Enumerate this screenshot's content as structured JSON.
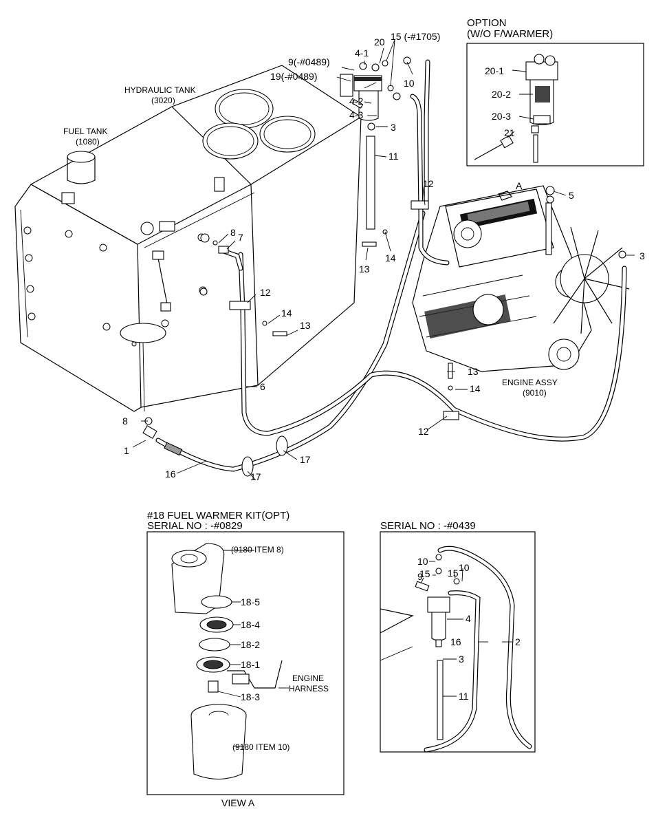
{
  "main": {
    "option_box": {
      "title_1": "OPTION",
      "title_2": "(W/O F/WARMER)",
      "labels": [
        "20-1",
        "20-2",
        "20-3",
        "21"
      ]
    },
    "assemblies": {
      "hydraulic_tank": "HYDRAULIC TANK",
      "hydraulic_tank_ref": "(3020)",
      "fuel_tank": "FUEL TANK",
      "fuel_tank_ref": "(1080)",
      "engine": "ENGINE ASSY",
      "engine_ref": "(9010)",
      "view_arrow": "A"
    },
    "callouts": {
      "c1": "1",
      "c3a": "3",
      "c3b": "3",
      "c4_1": "4-1",
      "c4_2": "4-2",
      "c4_3": "4-3",
      "c5": "5",
      "c6": "6",
      "c7": "7",
      "c8a": "8",
      "c8b": "8",
      "c9": "9(-#0489)",
      "c10": "10",
      "c11": "11",
      "c12a": "12",
      "c12b": "12",
      "c12c": "12",
      "c13a": "13",
      "c13b": "13",
      "c13c": "13",
      "c14a": "14",
      "c14b": "14",
      "c14c": "14",
      "c15": "15 (-#1705)",
      "c16": "16",
      "c17a": "17",
      "c17b": "17",
      "c19": "19(-#0489)",
      "c20": "20"
    },
    "warmer_kit": {
      "title_1": "#18 FUEL WARMER KIT(OPT)",
      "title_2": "SERIAL NO : -#0829",
      "ref_top": "(9180 ITEM 8)",
      "ref_bottom": "(9180 ITEM 10)",
      "labels": [
        "18-5",
        "18-4",
        "18-2",
        "18-1",
        "18-3"
      ],
      "harness_1": "ENGINE",
      "harness_2": "HARNESS",
      "view_caption": "VIEW A"
    },
    "serial_box": {
      "title": "SERIAL NO : -#0439",
      "labels": {
        "a": "10",
        "b": "15",
        "c": "9",
        "d": "15",
        "e": "10",
        "f": "4",
        "g": "16",
        "h": "2",
        "i": "3",
        "j": "11"
      }
    }
  }
}
